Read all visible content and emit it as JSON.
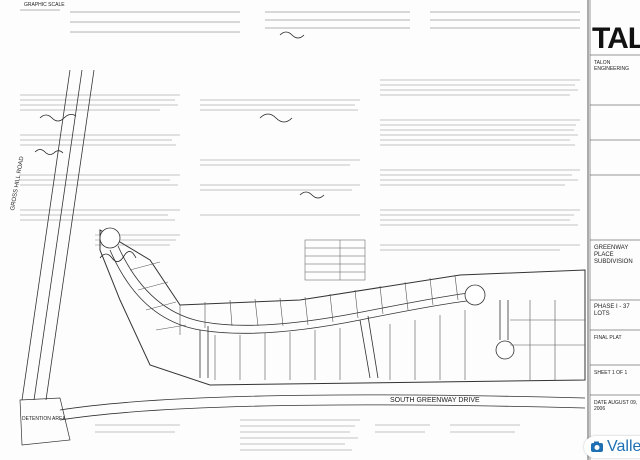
{
  "header": {
    "scale_label": "GRAPHIC SCALE"
  },
  "sidebar": {
    "logo_text": "TALO",
    "firm_name": "TALON ENGINEERING",
    "project_title": "GREENWAY PLACE SUBDIVISION",
    "phase_label": "PHASE I - 37 LOTS",
    "drawing_type": "FINAL PLAT",
    "sheet_label": "SHEET 1 OF 1",
    "date_label": "DATE AUGUST 09, 2006"
  },
  "roads": {
    "hill_road": "GROSS HILL ROAD",
    "greenway_drive": "SOUTH GREENWAY DRIVE"
  },
  "annotations": {
    "detention_area": "DETENTION AREA"
  },
  "watermark": {
    "brand": "Valle"
  },
  "colors": {
    "brand": "#1f6fb3",
    "ink": "#222222",
    "paper": "#fdfdfd"
  }
}
